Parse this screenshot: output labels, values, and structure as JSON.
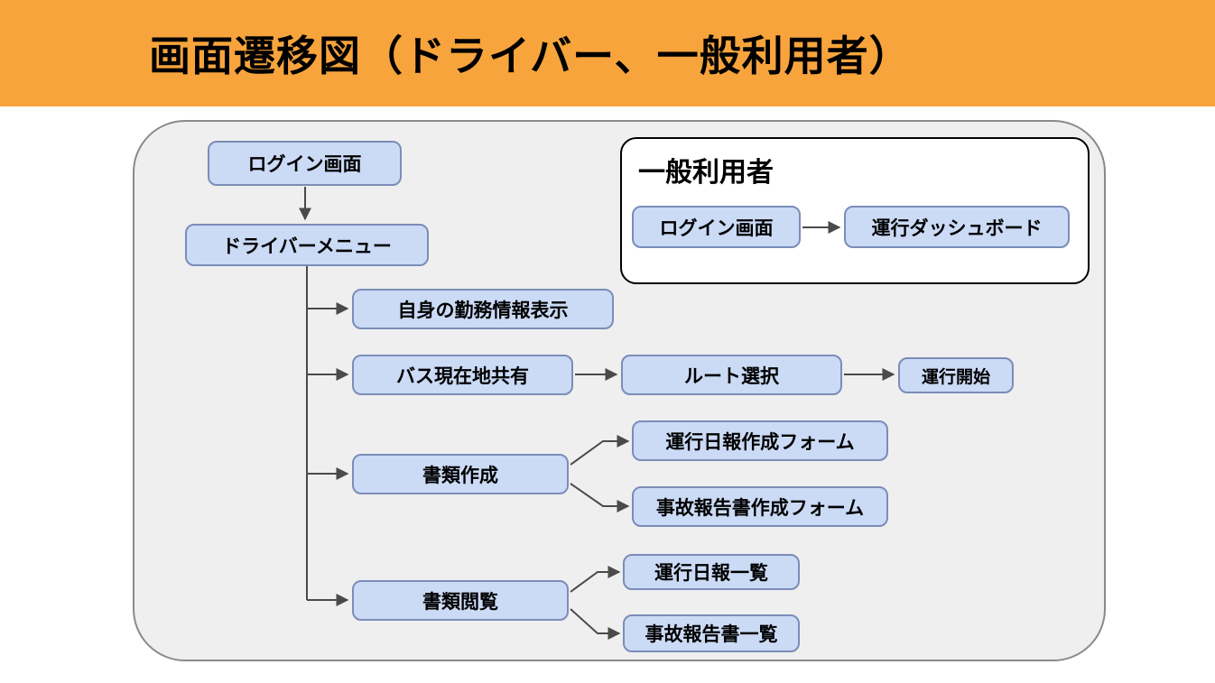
{
  "header": {
    "title": "画面遷移図（ドライバー、一般利用者）"
  },
  "colors": {
    "header_bg": "#F7A43D",
    "node_fill": "#CBDAF5",
    "node_border": "#7B8DB8",
    "container_bg": "#EFEFEF",
    "arrow": "#4a4a4a"
  },
  "driver_flow": {
    "login": "ログイン画面",
    "menu": "ドライバーメニュー",
    "shift_info": "自身の勤務情報表示",
    "bus_location": "バス現在地共有",
    "route_select": "ルート選択",
    "start_operation": "運行開始",
    "doc_create": "書類作成",
    "daily_report_form": "運行日報作成フォーム",
    "accident_report_form": "事故報告書作成フォーム",
    "doc_view": "書類閲覧",
    "daily_report_list": "運行日報一覧",
    "accident_report_list": "事故報告書一覧"
  },
  "general_user": {
    "title": "一般利用者",
    "login": "ログイン画面",
    "dashboard": "運行ダッシュボード"
  }
}
